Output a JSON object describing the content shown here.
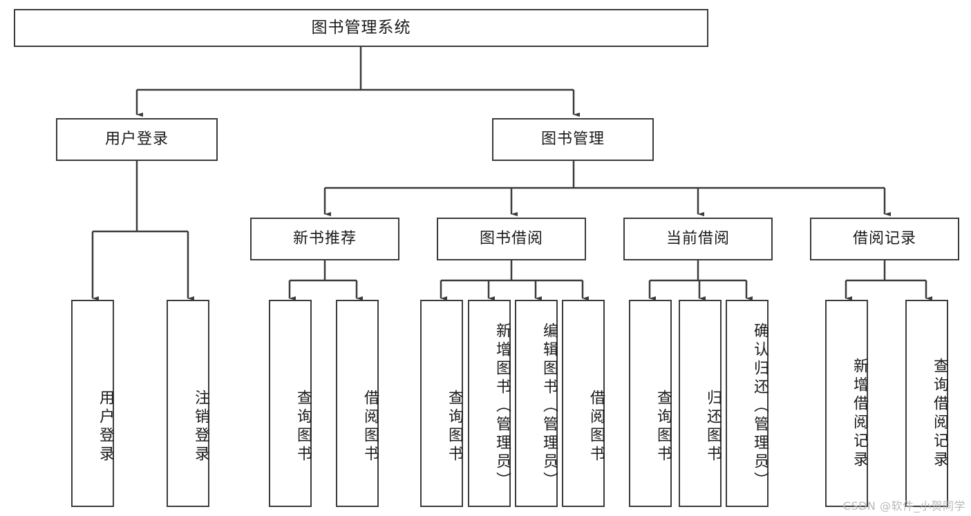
{
  "diagram": {
    "type": "tree-hierarchy",
    "title": "图书管理系统",
    "root": {
      "id": "root",
      "label": "图书管理系统",
      "orientation": "horizontal"
    },
    "level1": [
      {
        "id": "user-login",
        "label": "用户登录",
        "orientation": "horizontal"
      },
      {
        "id": "book-mgmt",
        "label": "图书管理",
        "orientation": "horizontal"
      }
    ],
    "level2": [
      {
        "id": "new-book-rec",
        "label": "新书推荐",
        "orientation": "horizontal",
        "parent": "book-mgmt"
      },
      {
        "id": "book-borrow",
        "label": "图书借阅",
        "orientation": "horizontal",
        "parent": "book-mgmt"
      },
      {
        "id": "current-borrow",
        "label": "当前借阅",
        "orientation": "horizontal",
        "parent": "book-mgmt"
      },
      {
        "id": "borrow-record",
        "label": "借阅记录",
        "orientation": "horizontal",
        "parent": "book-mgmt"
      }
    ],
    "leaves": [
      {
        "id": "leaf-user-login",
        "label": "用户登录",
        "parent": "user-login",
        "orientation": "vertical"
      },
      {
        "id": "leaf-user-logout",
        "label": "注销登录",
        "parent": "user-login",
        "orientation": "vertical"
      },
      {
        "id": "leaf-query-book-rec",
        "label": "查询图书",
        "parent": "new-book-rec",
        "orientation": "vertical"
      },
      {
        "id": "leaf-borrow-book-rec",
        "label": "借阅图书",
        "parent": "new-book-rec",
        "orientation": "vertical"
      },
      {
        "id": "leaf-query-book-borrow",
        "label": "查询图书",
        "parent": "book-borrow",
        "orientation": "vertical"
      },
      {
        "id": "leaf-add-book",
        "label": "新增图书（管理员）",
        "parent": "book-borrow",
        "orientation": "vertical"
      },
      {
        "id": "leaf-edit-book",
        "label": "编辑图书（管理员）",
        "parent": "book-borrow",
        "orientation": "vertical"
      },
      {
        "id": "leaf-borrow-book",
        "label": "借阅图书",
        "parent": "book-borrow",
        "orientation": "vertical"
      },
      {
        "id": "leaf-query-book-current",
        "label": "查询图书",
        "parent": "current-borrow",
        "orientation": "vertical"
      },
      {
        "id": "leaf-return-book",
        "label": "归还图书",
        "parent": "current-borrow",
        "orientation": "vertical"
      },
      {
        "id": "leaf-confirm-return",
        "label": "确认归还（管理员）",
        "parent": "current-borrow",
        "orientation": "vertical"
      },
      {
        "id": "leaf-add-record",
        "label": "新增借阅记录",
        "parent": "borrow-record",
        "orientation": "vertical"
      },
      {
        "id": "leaf-query-record",
        "label": "查询借阅记录",
        "parent": "borrow-record",
        "orientation": "vertical"
      }
    ],
    "edges": [
      {
        "from": "root",
        "to": "user-login"
      },
      {
        "from": "root",
        "to": "book-mgmt"
      },
      {
        "from": "user-login",
        "to": "leaf-user-login"
      },
      {
        "from": "user-login",
        "to": "leaf-user-logout"
      },
      {
        "from": "book-mgmt",
        "to": "new-book-rec"
      },
      {
        "from": "book-mgmt",
        "to": "book-borrow"
      },
      {
        "from": "book-mgmt",
        "to": "current-borrow"
      },
      {
        "from": "book-mgmt",
        "to": "borrow-record"
      },
      {
        "from": "new-book-rec",
        "to": "leaf-query-book-rec"
      },
      {
        "from": "new-book-rec",
        "to": "leaf-borrow-book-rec"
      },
      {
        "from": "book-borrow",
        "to": "leaf-query-book-borrow"
      },
      {
        "from": "book-borrow",
        "to": "leaf-add-book"
      },
      {
        "from": "book-borrow",
        "to": "leaf-edit-book"
      },
      {
        "from": "book-borrow",
        "to": "leaf-borrow-book"
      },
      {
        "from": "current-borrow",
        "to": "leaf-query-book-current"
      },
      {
        "from": "current-borrow",
        "to": "leaf-return-book"
      },
      {
        "from": "current-borrow",
        "to": "leaf-confirm-return"
      },
      {
        "from": "borrow-record",
        "to": "leaf-add-record"
      },
      {
        "from": "borrow-record",
        "to": "leaf-query-record"
      }
    ],
    "colors": {
      "stroke": "#3a3a3a",
      "fill": "#ffffff",
      "text": "#1a1a1a",
      "watermark": "#b9b9b9"
    }
  },
  "watermark": {
    "text": "CSDN @软件_小贺同学"
  }
}
